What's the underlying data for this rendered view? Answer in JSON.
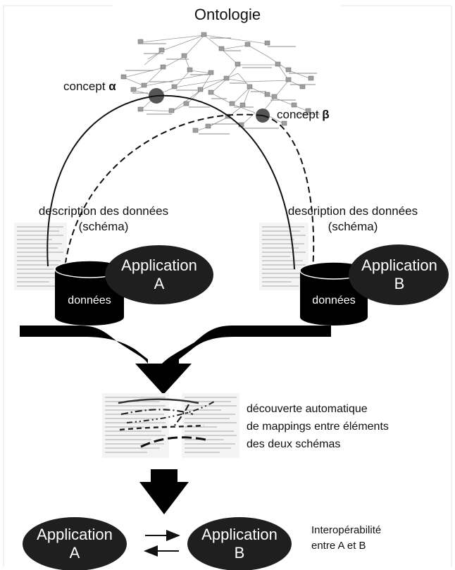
{
  "title": "Ontologie",
  "concept_alpha": {
    "prefix": "concept ",
    "symbol": "α"
  },
  "concept_beta": {
    "prefix": "concept ",
    "symbol": "β"
  },
  "left_side": {
    "desc_line1": "description des données",
    "desc_line2": "(schéma)",
    "db_label": "données",
    "app_line1": "Application",
    "app_line2": "A"
  },
  "right_side": {
    "desc_line1": "description des données",
    "desc_line2": "(schéma)",
    "db_label": "données",
    "app_line1": "Application",
    "app_line2": "B"
  },
  "mapping_text": {
    "line1": "découverte automatique",
    "line2": "de mappings entre éléments",
    "line3": "des deux schémas"
  },
  "bottom": {
    "app_a_line1": "Application",
    "app_a_line2": "A",
    "app_b_line1": "Application",
    "app_b_line2": "B",
    "interop_line1": "Interopérabilité",
    "interop_line2": "entre A et B"
  },
  "colors": {
    "ink": "#111111",
    "node": "#555555",
    "graph": "#9a9a9a"
  }
}
